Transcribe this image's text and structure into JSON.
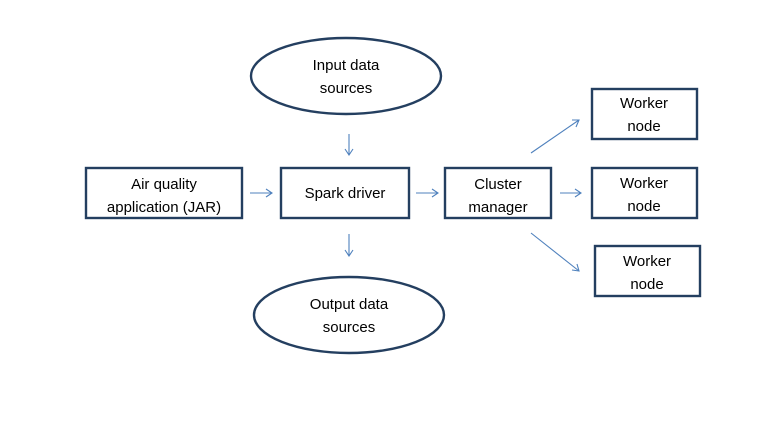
{
  "diagram": {
    "nodes": {
      "input_sources": {
        "line1": "Input data",
        "line2": "sources"
      },
      "air_quality_app": {
        "line1": "Air quality",
        "line2": "application (JAR)"
      },
      "spark_driver": {
        "line1": "Spark driver"
      },
      "cluster_manager": {
        "line1": "Cluster",
        "line2": "manager"
      },
      "worker_1": {
        "line1": "Worker",
        "line2": "node"
      },
      "worker_2": {
        "line1": "Worker",
        "line2": "node"
      },
      "worker_3": {
        "line1": "Worker",
        "line2": "node"
      },
      "output_sources": {
        "line1": "Output data",
        "line2": "sources"
      }
    },
    "edges": [
      {
        "from": "Input data sources",
        "to": "Spark driver"
      },
      {
        "from": "Air quality application (JAR)",
        "to": "Spark driver"
      },
      {
        "from": "Spark driver",
        "to": "Cluster manager"
      },
      {
        "from": "Spark driver",
        "to": "Output data sources"
      },
      {
        "from": "Cluster manager",
        "to": "Worker node 1"
      },
      {
        "from": "Cluster manager",
        "to": "Worker node 2"
      },
      {
        "from": "Cluster manager",
        "to": "Worker node 3"
      }
    ],
    "colors": {
      "node_border": "#243f60",
      "arrow": "#4f81bd",
      "background": "#ffffff",
      "text": "#000000"
    }
  }
}
